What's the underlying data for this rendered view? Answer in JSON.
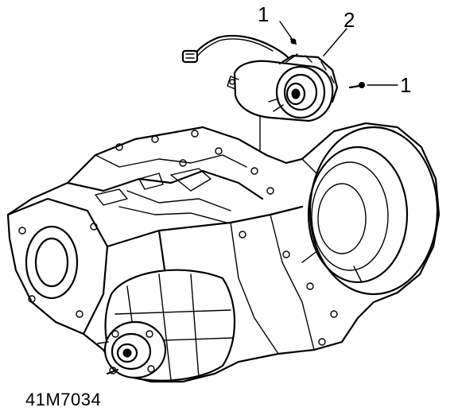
{
  "figure": {
    "callouts": [
      {
        "id": "callout-1-top",
        "text": "1"
      },
      {
        "id": "callout-2",
        "text": "2"
      },
      {
        "id": "callout-1-right",
        "text": "1"
      }
    ],
    "figure_id": "41M7034"
  },
  "colors": {
    "ink": "#000000",
    "paper": "#ffffff"
  }
}
